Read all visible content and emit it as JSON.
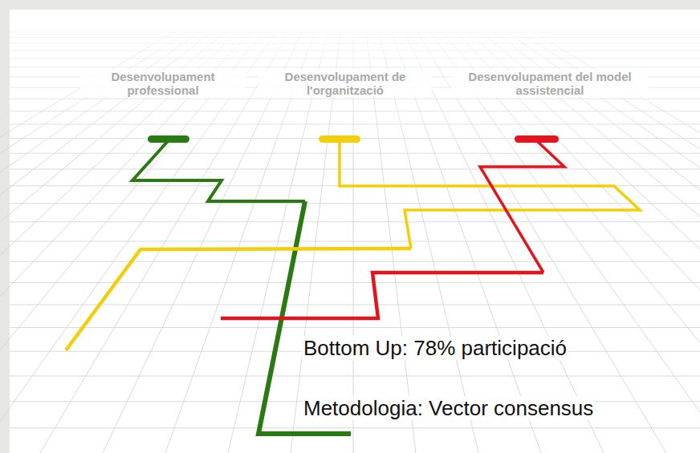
{
  "diagram": {
    "labels": [
      "Desenvolupament professional",
      "Desenvolupament de l'organització",
      "Desenvolupament del model assistencial",
      "Bottom Up: 78% participació",
      "Metodologia: Vector consensus"
    ]
  }
}
